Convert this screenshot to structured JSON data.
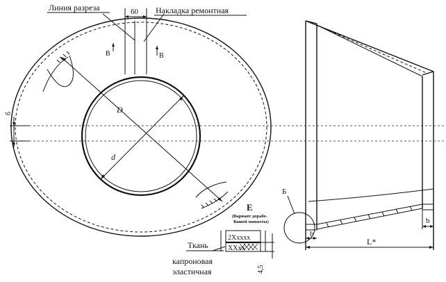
{
  "labels": {
    "cut_line": "Линия разреза",
    "repair_patch": "Накладка ремонтная",
    "width_60": "60",
    "section_b_left": "В",
    "section_b_right": "В",
    "dim_b_vertical": "б",
    "dim_D": "D",
    "dim_d": "d",
    "node_B": "Б",
    "detail_E": "Е",
    "detail_E_note_1": "(Вариант дорабо-",
    "detail_E_note_2": "Вашей манжеты)",
    "layer_top": "2Хxxxx",
    "layer_bottom": "ХХxx",
    "fabric": "Ткань",
    "nylon_1": "капроновая",
    "nylon_2": "эластичная",
    "dim_4_5": "4,5",
    "dim_b_left": "b",
    "dim_b_right": "b",
    "dim_L": "L*"
  }
}
